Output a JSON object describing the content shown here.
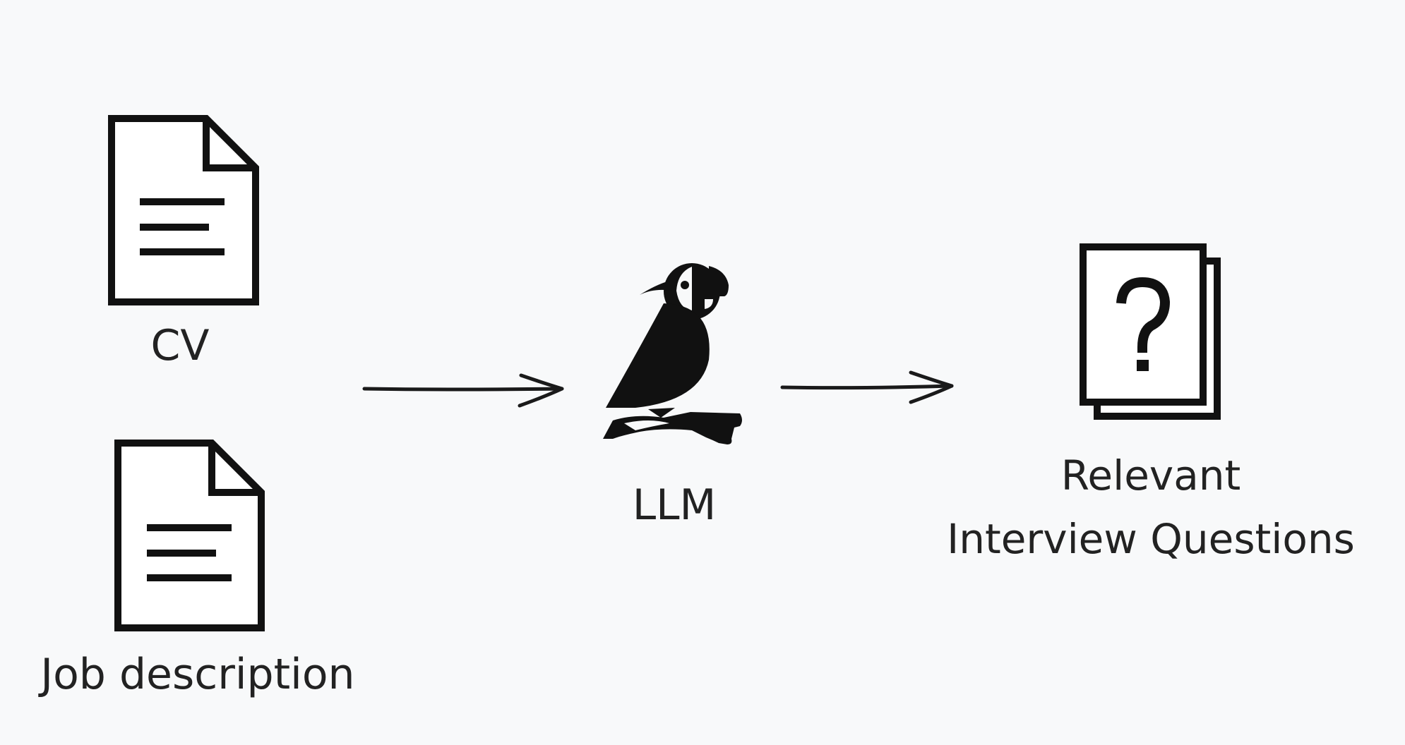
{
  "diagram": {
    "inputs": {
      "cv_label": "CV",
      "job_label": "Job description"
    },
    "model": {
      "label": "LLM",
      "icon": "puffin-bird-icon"
    },
    "output": {
      "line1": "Relevant",
      "line2": "Interview Questions",
      "icon": "question-document-stack-icon"
    },
    "colors": {
      "background": "#f8f9fa",
      "ink": "#111111",
      "text": "#222222"
    }
  }
}
